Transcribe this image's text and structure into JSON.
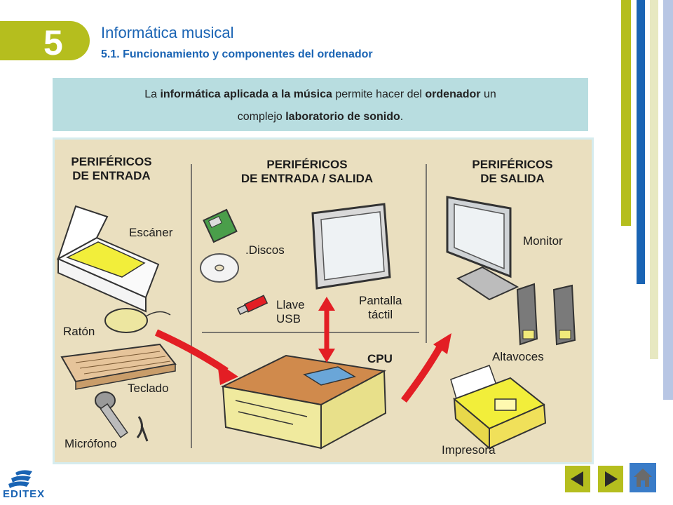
{
  "header": {
    "chapter_number": "5",
    "title": "Informática musical",
    "subtitle": "5.1. Funcionamiento y componentes del ordenador"
  },
  "intro": {
    "line1": [
      {
        "text": "La ",
        "bold": false
      },
      {
        "text": "informática aplicada a la música",
        "bold": true
      },
      {
        "text": " permite hacer del ",
        "bold": false
      },
      {
        "text": "ordenador",
        "bold": true
      },
      {
        "text": " un",
        "bold": false
      }
    ],
    "line2": [
      {
        "text": "complejo ",
        "bold": false
      },
      {
        "text": "laboratorio de sonido",
        "bold": true
      },
      {
        "text": ".",
        "bold": false
      }
    ]
  },
  "illustration": {
    "col_input_header": [
      "PERIFÉRICOS",
      "DE ENTRADA"
    ],
    "col_io_header": [
      "PERIFÉRICOS",
      "DE ENTRADA / SALIDA"
    ],
    "col_output_header": [
      "PERIFÉRICOS",
      "DE SALIDA"
    ],
    "labels": {
      "scanner": "Escáner",
      "mouse": "Ratón",
      "keyboard": "Teclado",
      "microphone": "Micrófono",
      "disks": ".Discos",
      "usb_line1": "Llave",
      "usb_line2": "USB",
      "touch_line1": "Pantalla",
      "touch_line2": "táctil",
      "cpu": "CPU",
      "monitor": "Monitor",
      "speakers": "Altavoces",
      "printer": "Impresora"
    }
  },
  "footer": {
    "logo_text": "EDITEX"
  },
  "colors": {
    "accent_green": "#b5be1e",
    "accent_blue": "#1a64b4",
    "intro_bg": "#b8dde0",
    "arrow_red": "#e31e24"
  },
  "icons": [
    "editex-logo-icon",
    "arrow-left-icon",
    "arrow-right-icon",
    "home-icon"
  ]
}
